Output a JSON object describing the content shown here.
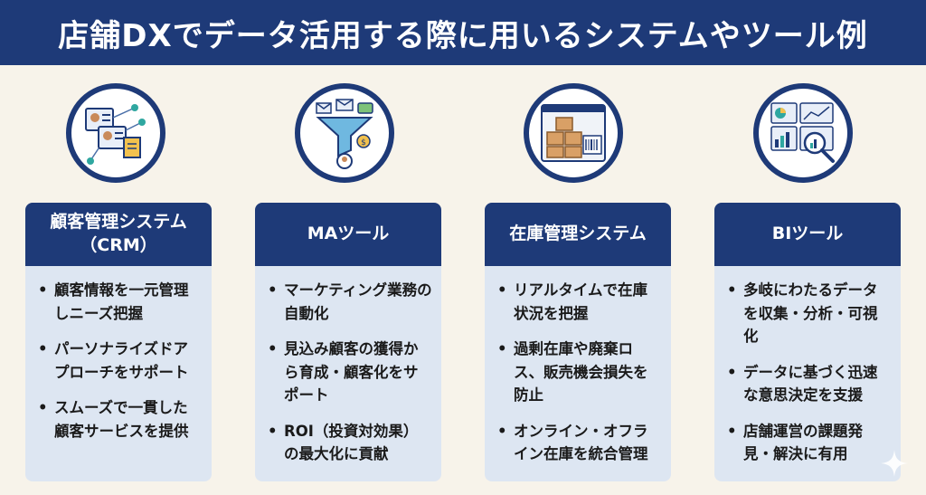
{
  "title": "店舗DXでデータ活用する際に用いるシステムやツール例",
  "cards": [
    {
      "icon": "customer-profile-network-icon",
      "header_line1": "顧客管理システム",
      "header_line2": "（CRM）",
      "items": [
        "顧客情報を一元管理しニーズ把握",
        "パーソナライズドアプローチをサポート",
        "スムーズで一貫した顧客サービスを提供"
      ]
    },
    {
      "icon": "marketing-funnel-icon",
      "header_line1": "MAツール",
      "header_line2": "",
      "items": [
        "マーケティング業務の自動化",
        "見込み顧客の獲得から育成・顧客化をサポート",
        "ROI（投資対効果）の最大化に貢献"
      ]
    },
    {
      "icon": "inventory-boxes-icon",
      "header_line1": "在庫管理システム",
      "header_line2": "",
      "items": [
        "リアルタイムで在庫状況を把握",
        "過剰在庫や廃棄ロス、販売機会損失を防止",
        "オンライン・オフライン在庫を統合管理"
      ]
    },
    {
      "icon": "analytics-dashboard-icon",
      "header_line1": "BIツール",
      "header_line2": "",
      "items": [
        "多岐にわたるデータを収集・分析・可視化",
        "データに基づく迅速な意思決定を支援",
        "店舗運営の課題発見・解決に有用"
      ]
    }
  ],
  "bullet": "•",
  "colors": {
    "navy": "#1e3a78",
    "card_bg": "#dde6f2",
    "page_bg": "#f7f3ea"
  }
}
